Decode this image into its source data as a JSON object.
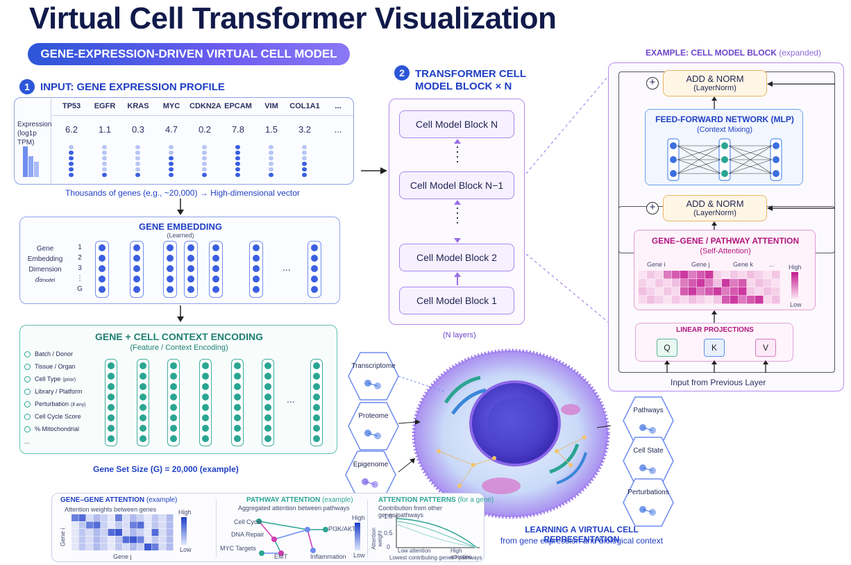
{
  "title": "Virtual Cell Transformer Visualization",
  "subtitle": "GENE-EXPRESSION-DRIVEN VIRTUAL CELL MODEL",
  "section1": {
    "num": "1",
    "title": "INPUT: GENE EXPRESSION PROFILE",
    "genes": [
      "TP53",
      "EGFR",
      "KRAS",
      "MYC",
      "CDKN2A",
      "EPCAM",
      "VIM",
      "COL1A1",
      "..."
    ],
    "row_label_1": "Expression",
    "row_label_2": "(log1p TPM)",
    "values": [
      "6.2",
      "1.1",
      "0.3",
      "4.7",
      "0.2",
      "7.8",
      "1.5",
      "3.2",
      "..."
    ],
    "levels": [
      0.62,
      0.11,
      0.03,
      0.47,
      0.02,
      0.78,
      0.15,
      0.32
    ],
    "caption": "Thousands of genes (e.g., ~20,000) → High-dimensional vector"
  },
  "embedding": {
    "title": "GENE EMBEDDING",
    "sub": "(Learned)",
    "labels": [
      "Gene",
      "Embedding",
      "Dimension",
      "d"
    ],
    "dmodel": "dmodel",
    "indices": [
      "1",
      "2",
      "3",
      "⋮",
      "G"
    ],
    "ellipsis": "..."
  },
  "context": {
    "title": "GENE + CELL CONTEXT ENCODING",
    "sub": "(Feature / Context Encoding)",
    "items": [
      "Batch / Donor",
      "Tissue / Organ",
      "Cell Type",
      "Library / Platform",
      "Perturbation",
      "Cell Cycle Score",
      "% Mitochondrial",
      "..."
    ],
    "item_notes": [
      "",
      "",
      "(prior)",
      "",
      "(if any)",
      "",
      "",
      ""
    ],
    "icons": [
      "person-icon",
      "tissue-icon",
      "cell-icon",
      "library-icon",
      "perturbation-icon",
      "cell-cycle-icon",
      "mitochondria-icon",
      ""
    ],
    "ellipsis": "...",
    "caption": "Gene Set Size (G) = 20,000 (example)"
  },
  "section2": {
    "num": "2",
    "title_line1": "TRANSFORMER CELL",
    "title_line2": "MODEL BLOCK × N",
    "blocks": [
      "Cell Model Block N",
      "Cell Model Block N−1",
      "Cell Model Block 2",
      "Cell Model Block 1"
    ],
    "layers": "(N layers)"
  },
  "example": {
    "title": "EXAMPLE: CELL MODEL BLOCK",
    "title_note": "(expanded)",
    "add_norm": "ADD & NORM",
    "layer_norm": "(LayerNorm)",
    "ffn_title": "FEED-FORWARD NETWORK (MLP)",
    "ffn_sub": "(Context Mixing)",
    "att_title": "GENE–GENE / PATHWAY ATTENTION",
    "att_sub": "(Self-Attention)",
    "att_genes": [
      "Gene i",
      "Gene j",
      "Gene k",
      "..."
    ],
    "high": "High",
    "low": "Low",
    "lin_title": "LINEAR PROJECTIONS",
    "q": "Q",
    "k": "K",
    "v": "V",
    "input_label": "Input from Previous Layer"
  },
  "cell": {
    "left_hexes": [
      "Transcriptome",
      "Proteome",
      "Epigenome"
    ],
    "right_hexes": [
      "Pathways",
      "Cell State",
      "Perturbations"
    ],
    "caption_line1": "LEARNING A VIRTUAL CELL REPRESENTATION",
    "caption_line2": "from gene expression and biological context"
  },
  "bottom": {
    "gg_title": "GENE–GENE ATTENTION",
    "gg_note": "(example)",
    "gg_sub": "Attention weights between genes",
    "gg_y": "Gene i",
    "gg_x": "Gene j",
    "high": "High",
    "low": "Low",
    "pw_title": "PATHWAY ATTENTION",
    "pw_note": "(example)",
    "pw_sub": "Aggregated attention between pathways",
    "pw_nodes": [
      "Cell Cycle",
      "DNA Repair",
      "MYC Targets",
      "EMT",
      "Inflammation",
      "PI3K/AKT"
    ],
    "ap_title": "ATTENTION PATTERNS",
    "ap_note": "(for a gene)",
    "ap_sub": "Contribution from other genes/pathways",
    "ap_y": "Attention weight",
    "ap_ticks": [
      "1.0",
      "0.5",
      "0"
    ],
    "ap_low": "Low attention",
    "ap_high": "High attention",
    "ap_x": "Lowest contributing genes / pathways"
  },
  "colors": {
    "primary": "#2c56d8",
    "teal": "#2aa592",
    "purple": "#8a5ce8",
    "magenta": "#c2188f",
    "orange": "#e7b760"
  }
}
